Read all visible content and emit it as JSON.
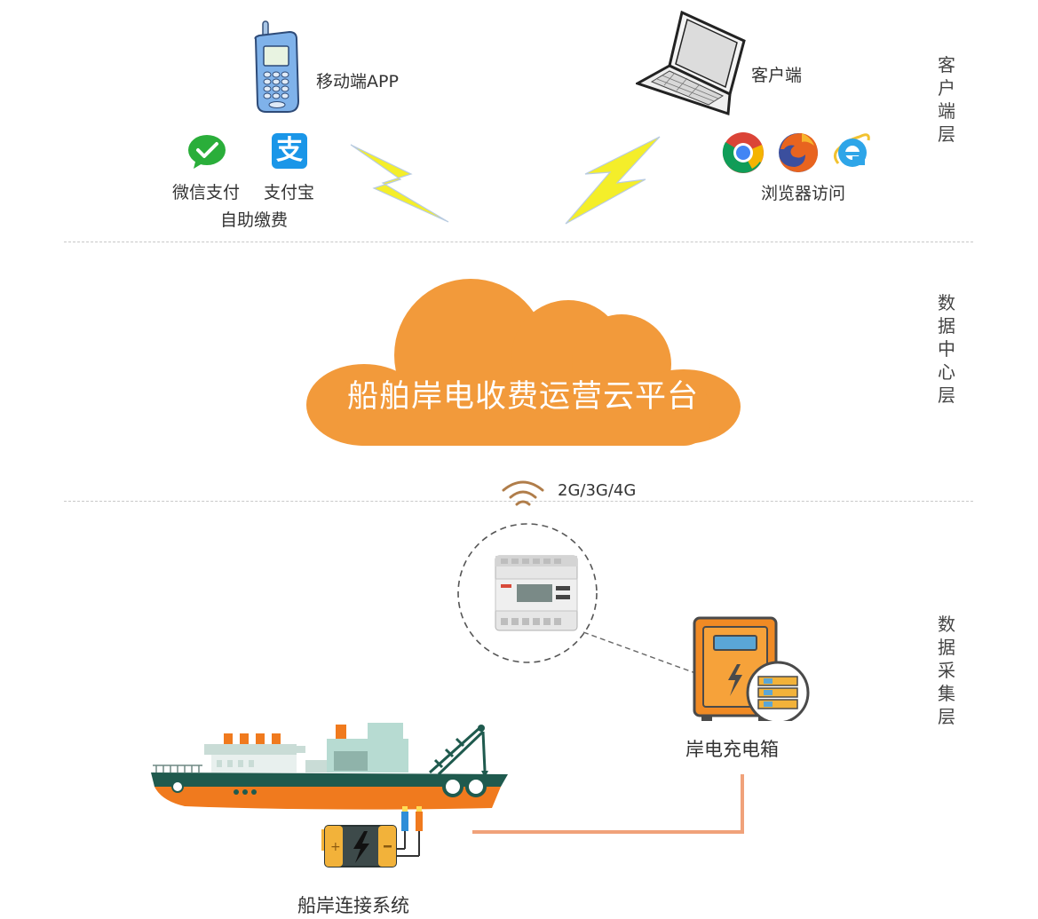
{
  "client": {
    "mobile_label": "移动端APP",
    "pc_label": "客户端",
    "wechat_label": "微信支付",
    "alipay_label": "支付宝",
    "self_pay_label": "自助缴费",
    "browser_label": "浏览器访问",
    "alipay_glyph": "支"
  },
  "layers": {
    "client": "客户端层",
    "data_center": "数据中心层",
    "collection": "数据采集层"
  },
  "platform": {
    "title": "船舶岸电收费运营云平台"
  },
  "network": {
    "label": "2G/3G/4G"
  },
  "collection": {
    "charge_box_label": "岸电充电箱",
    "ship_system_label": "船岸连接系统"
  },
  "colors": {
    "cloud": "#f29a3b",
    "accent_orange": "#f07a1e",
    "ship_teal": "#1f5a4e",
    "line": "#f0a27a"
  }
}
